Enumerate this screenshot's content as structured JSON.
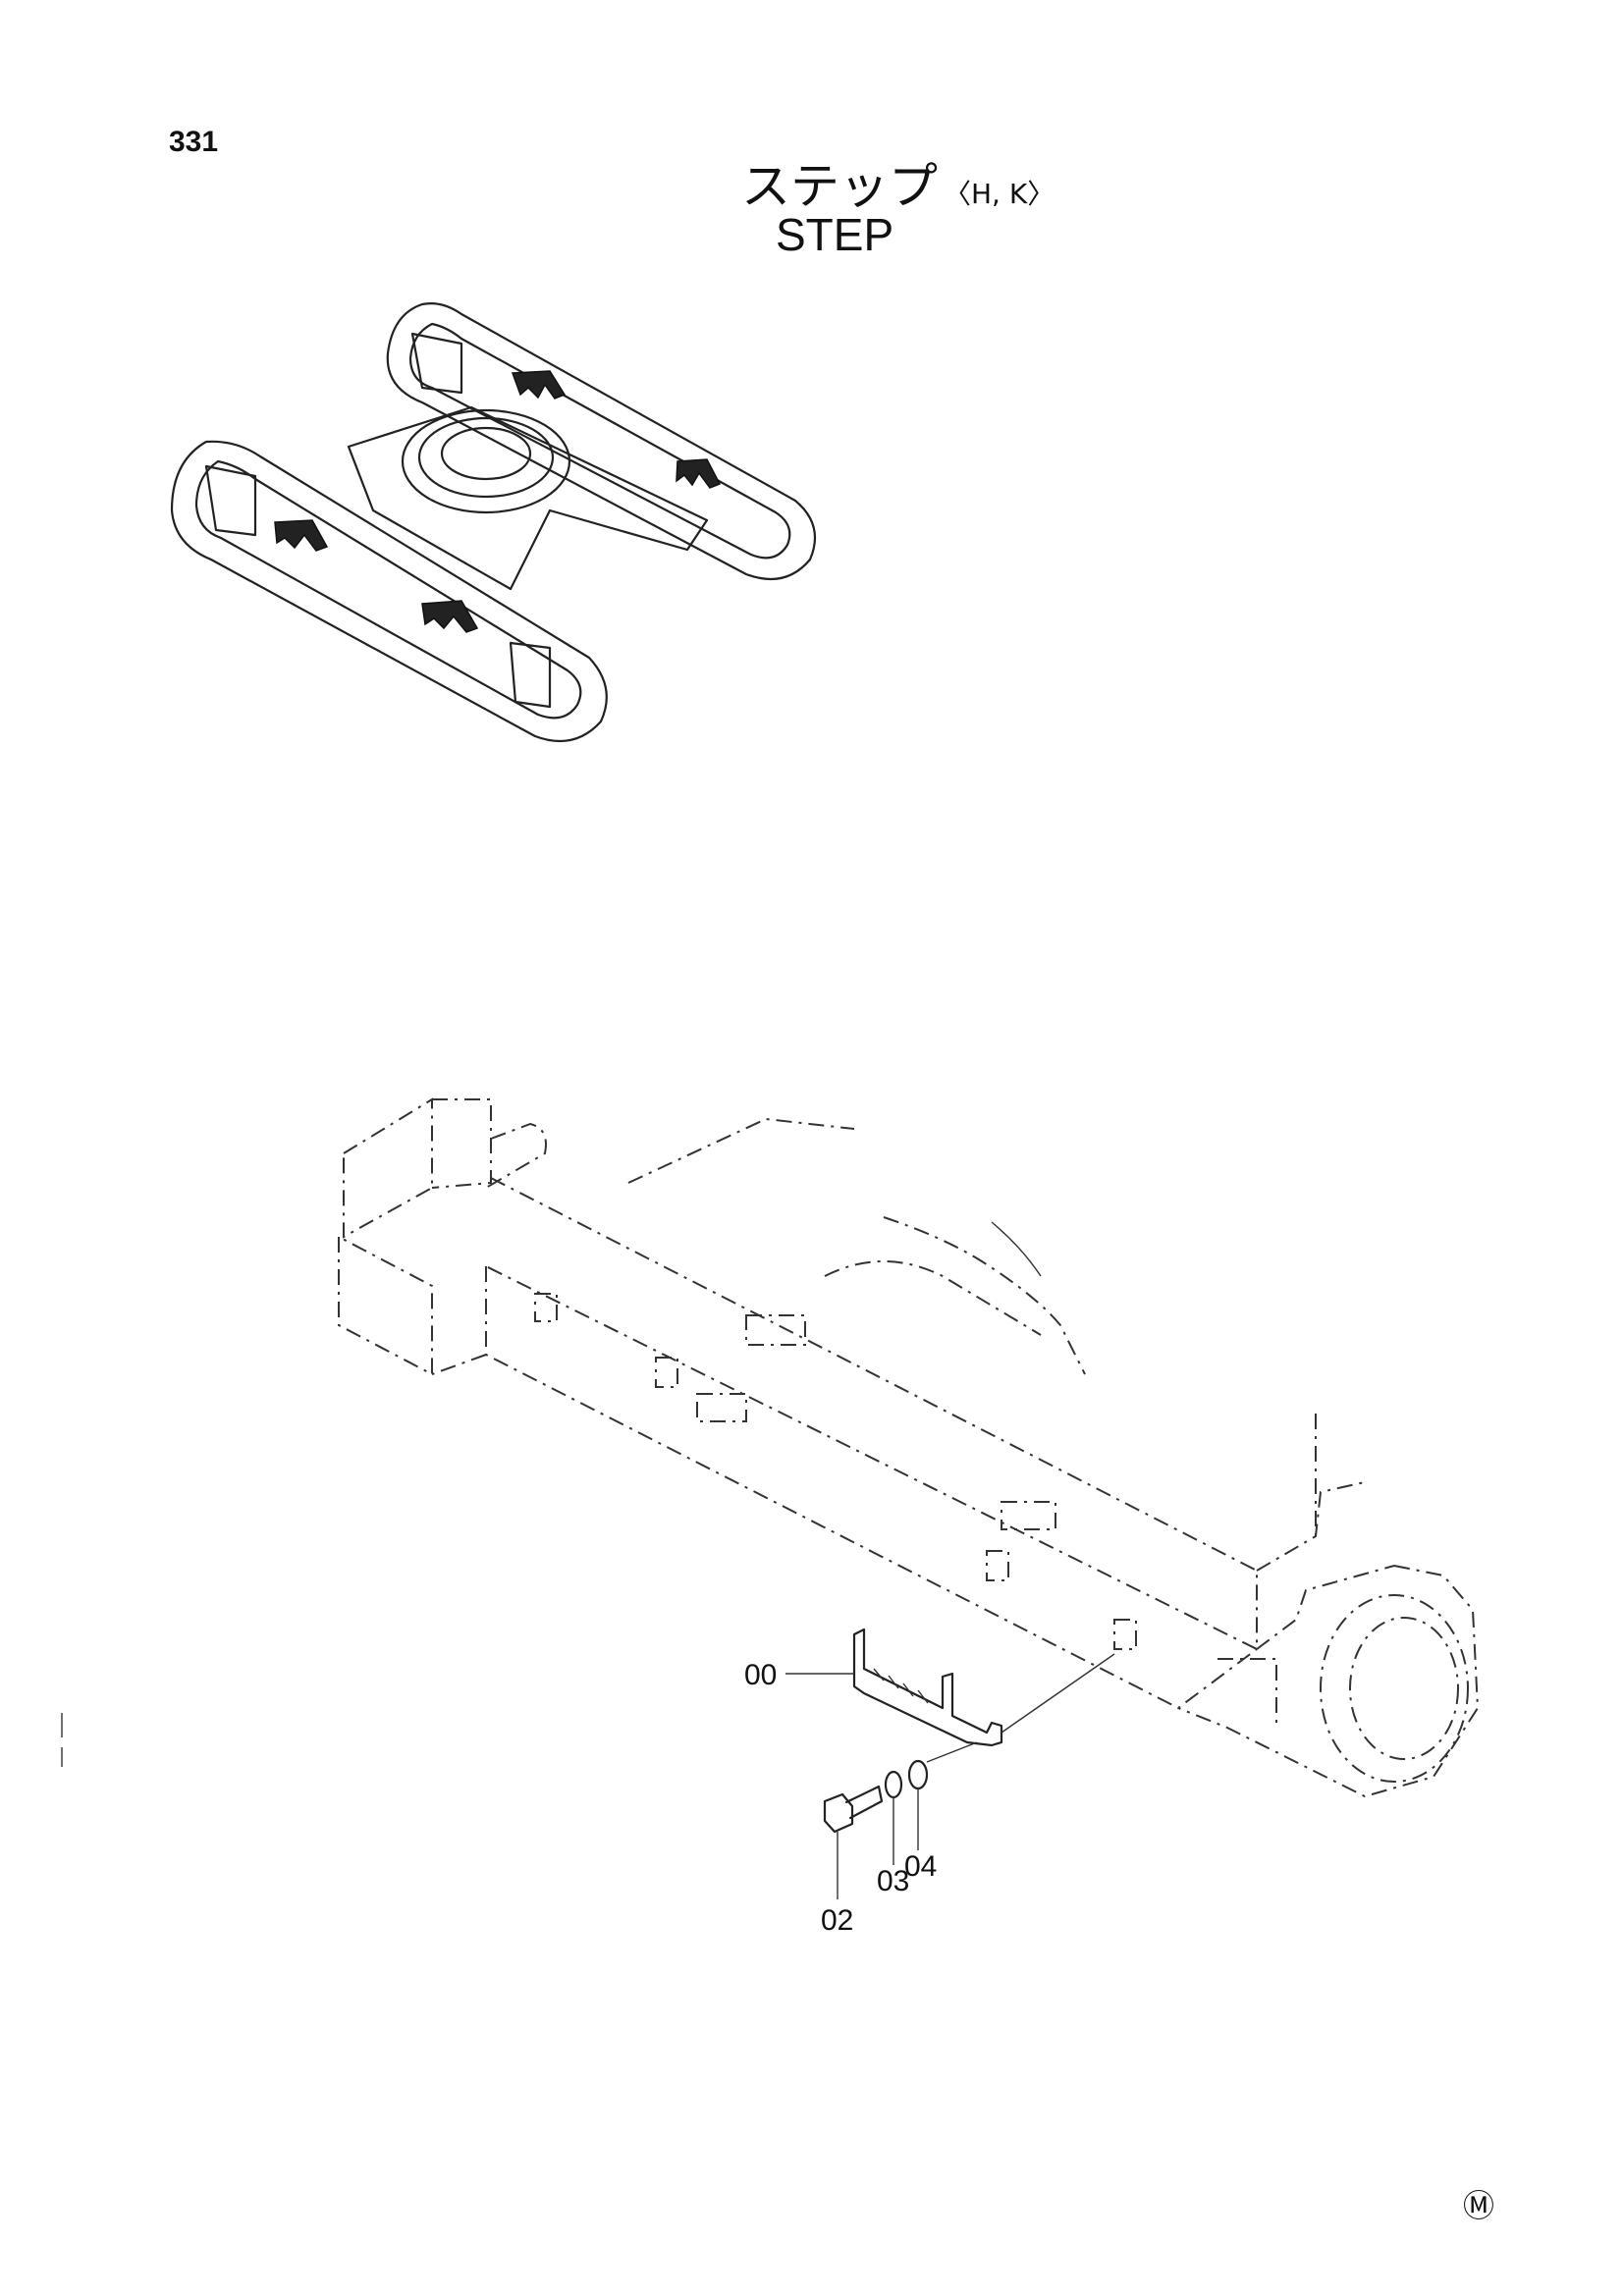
{
  "header": {
    "page_number": "331",
    "title_jp": "ステップ",
    "title_variant": "〈H, K〉",
    "title_en": "STEP"
  },
  "parts": [
    {
      "id": "00"
    },
    {
      "id": "02"
    },
    {
      "id": "03"
    },
    {
      "id": "04"
    }
  ],
  "footer": {
    "mark": "Ⓜ"
  }
}
